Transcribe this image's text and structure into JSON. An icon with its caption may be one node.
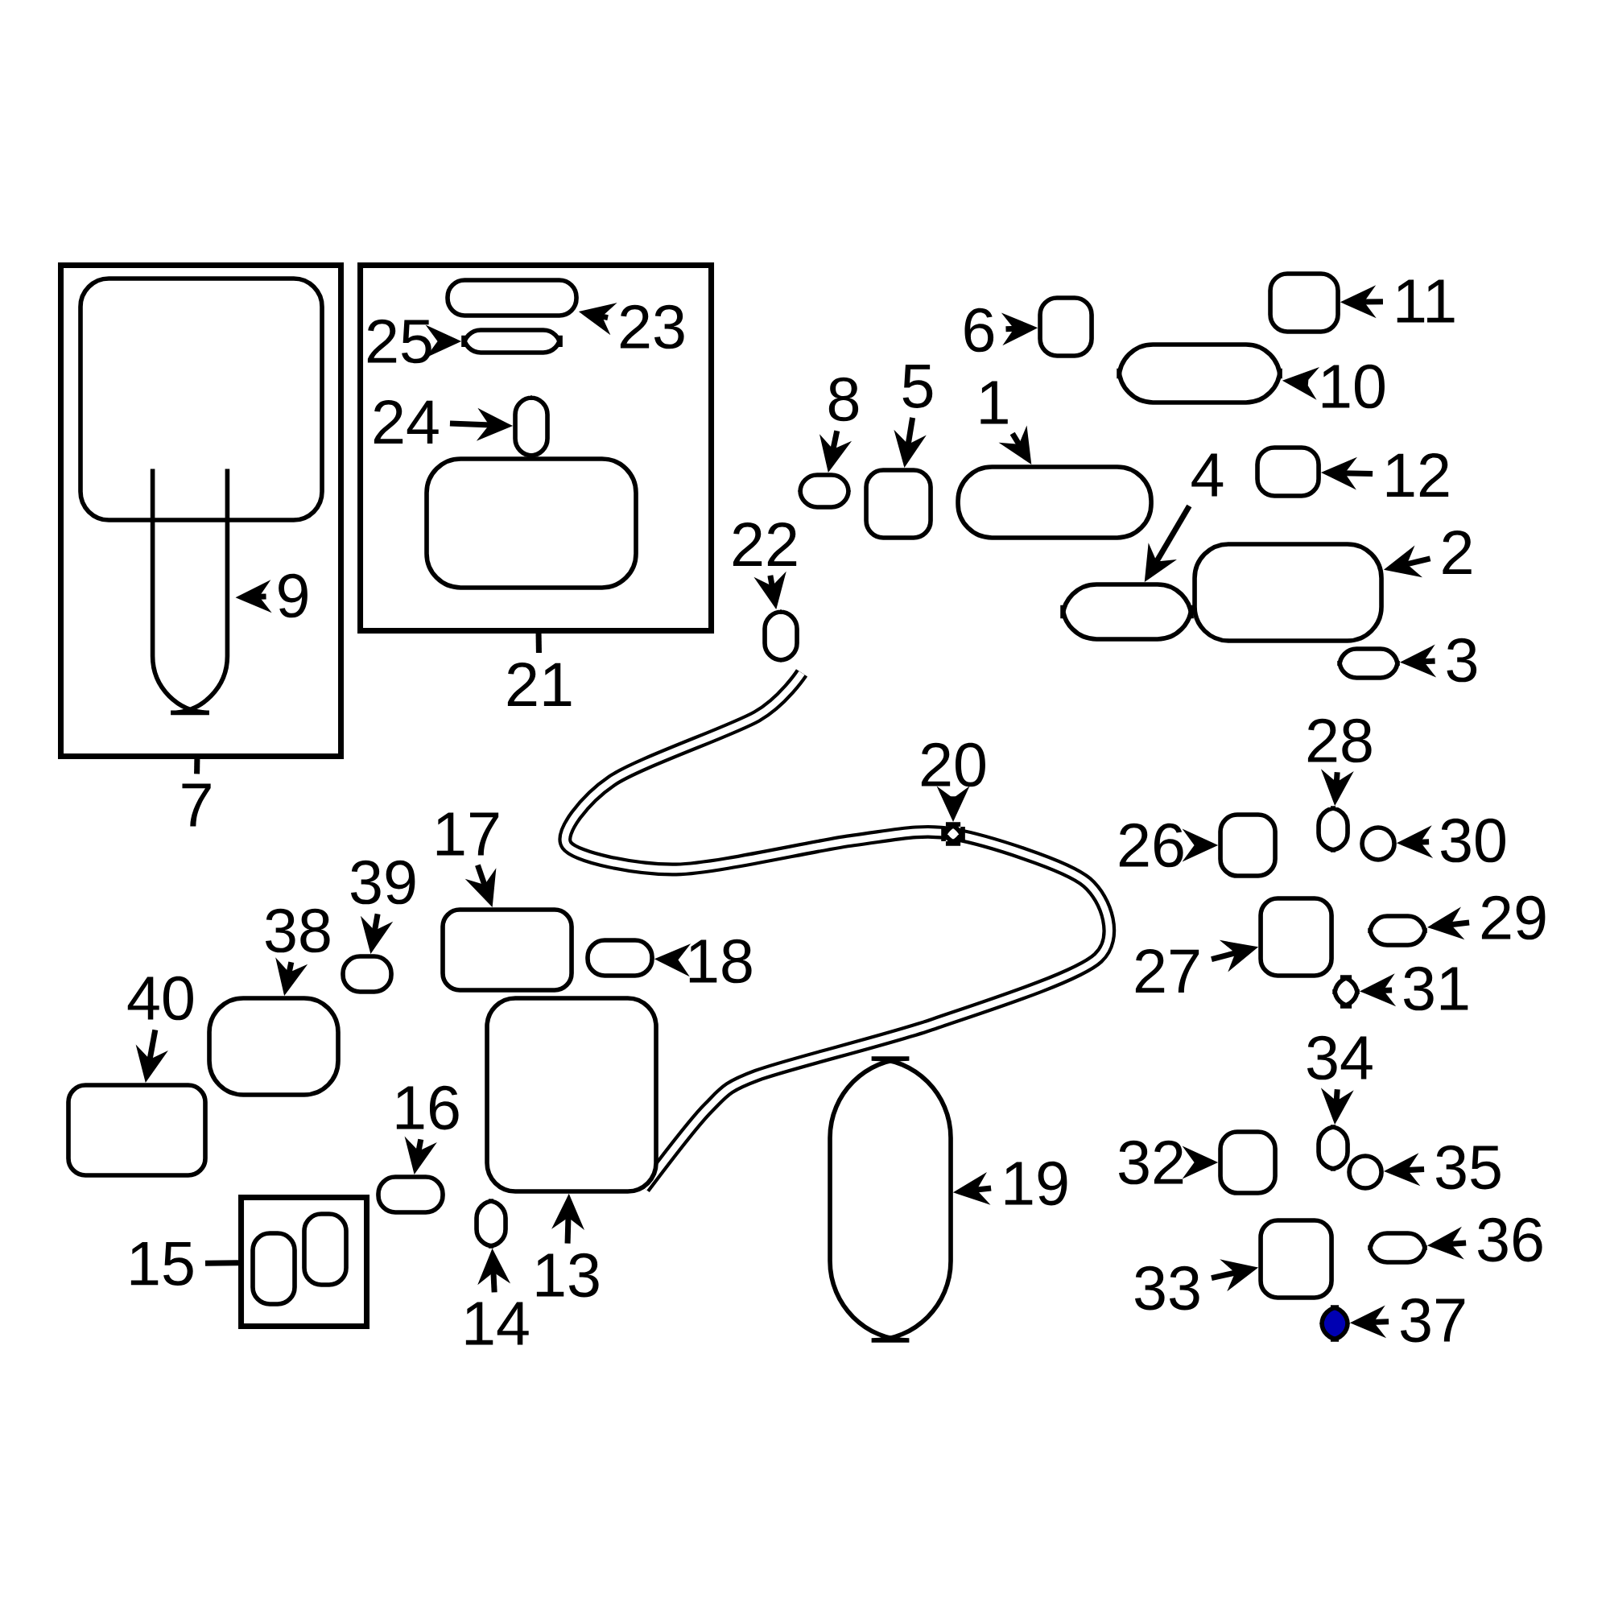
{
  "diagram": {
    "nodes": [
      {
        "text": [],
        "shape": "box"
      },
      {
        "text": [],
        "shape": "box",
        "in": 0
      },
      {
        "text": [],
        "shape": "picture",
        "in": 0
      },
      {
        "text": [
          "9"
        ],
        "in": 0
      },
      {
        "text": [
          "7"
        ]
      },
      {
        "text": [],
        "shape": "box"
      },
      {
        "text": [
          "25"
        ],
        "in": 5
      },
      {
        "text": [],
        "shape": "box",
        "in": 5
      },
      {
        "text": [],
        "shape": "box",
        "in": 5
      },
      {
        "text": [
          "23"
        ],
        "in": 5
      },
      {
        "text": [
          "24"
        ],
        "in": 5
      },
      {
        "text": [],
        "shape": "box",
        "in": 5
      },
      {
        "text": [],
        "shape": "box",
        "in": 5
      },
      {
        "text": [
          "21"
        ]
      },
      {
        "text": [
          "6"
        ]
      },
      {
        "text": [],
        "shape": "box"
      },
      {
        "text": [
          "11"
        ]
      },
      {
        "text": [],
        "shape": "box"
      },
      {
        "text": [],
        "shape": "box"
      },
      {
        "text": [
          "10"
        ]
      },
      {
        "text": [
          "8"
        ]
      },
      {
        "text": [],
        "shape": "box"
      },
      {
        "text": [
          "5"
        ]
      },
      {
        "text": [],
        "shape": "box"
      },
      {
        "text": [
          "1"
        ]
      },
      {
        "text": [],
        "shape": "box"
      },
      {
        "text": [
          "4"
        ]
      },
      {
        "text": [],
        "shape": "box"
      },
      {
        "text": [],
        "shape": "box"
      },
      {
        "text": [
          "12"
        ]
      },
      {
        "text": [],
        "shape": "box"
      },
      {
        "text": [
          "2"
        ]
      },
      {
        "text": [
          "22"
        ]
      },
      {
        "text": [],
        "shape": "box"
      },
      {
        "text": [],
        "shape": "box"
      },
      {
        "text": [
          "3"
        ]
      },
      {
        "text": [
          "20"
        ]
      },
      {
        "text": [],
        "shape": "box"
      },
      {
        "text": [
          "28"
        ]
      },
      {
        "text": [],
        "shape": "box"
      },
      {
        "text": [
          "26"
        ]
      },
      {
        "text": [],
        "shape": "box"
      },
      {
        "text": [],
        "shape": "circle"
      },
      {
        "text": [
          "30"
        ]
      },
      {
        "text": [
          "17"
        ]
      },
      {
        "text": [],
        "shape": "box"
      },
      {
        "text": [
          "39"
        ]
      },
      {
        "text": [],
        "shape": "box"
      },
      {
        "text": [
          "38"
        ]
      },
      {
        "text": [],
        "shape": "box"
      },
      {
        "text": [],
        "shape": "box"
      },
      {
        "text": [
          "18"
        ]
      },
      {
        "text": [],
        "shape": "box"
      },
      {
        "text": [
          "29"
        ]
      },
      {
        "text": [
          "27"
        ]
      },
      {
        "text": [],
        "shape": "box"
      },
      {
        "text": [],
        "shape": "box"
      },
      {
        "text": [
          "31"
        ]
      },
      {
        "text": [
          "40"
        ]
      },
      {
        "text": [],
        "shape": "box"
      },
      {
        "text": [],
        "shape": "box"
      },
      {
        "text": [
          "13"
        ]
      },
      {
        "text": [
          "16"
        ]
      },
      {
        "text": [],
        "shape": "box"
      },
      {
        "text": [],
        "shape": "box"
      },
      {
        "text": [
          "19"
        ]
      },
      {
        "text": [
          "34"
        ]
      },
      {
        "text": [],
        "shape": "box"
      },
      {
        "text": [
          "32"
        ]
      },
      {
        "text": [],
        "shape": "box"
      },
      {
        "text": [],
        "shape": "circle"
      },
      {
        "text": [
          "35"
        ]
      },
      {
        "text": [
          "15"
        ]
      },
      {
        "text": [],
        "shape": "box"
      },
      {
        "text": [],
        "shape": "box",
        "in": 73
      },
      {
        "text": [],
        "shape": "box",
        "in": 73
      },
      {
        "text": [],
        "shape": "box"
      },
      {
        "text": [
          "14"
        ]
      },
      {
        "text": [],
        "shape": "box"
      },
      {
        "text": [
          "36"
        ]
      },
      {
        "text": [
          "33"
        ]
      },
      {
        "text": [],
        "shape": "box"
      },
      {
        "text": [],
        "shape": "box"
      },
      {
        "text": [
          "37"
        ]
      }
    ],
    "edges": [
      {
        "from": 3,
        "to": 2,
        "arrow": "to"
      },
      {
        "from": 4,
        "to": 0,
        "arrow": "none"
      },
      {
        "from": 6,
        "to": 7,
        "arrow": "to"
      },
      {
        "from": 9,
        "to": 8,
        "arrow": "to"
      },
      {
        "from": 10,
        "to": 11,
        "arrow": "to"
      },
      {
        "from": 13,
        "to": 5,
        "arrow": "none"
      },
      {
        "from": 14,
        "to": 15,
        "arrow": "to"
      },
      {
        "from": 16,
        "to": 17,
        "arrow": "to"
      },
      {
        "from": 19,
        "to": 18,
        "arrow": "to"
      },
      {
        "from": 20,
        "to": 21,
        "arrow": "to"
      },
      {
        "from": 22,
        "to": 23,
        "arrow": "to"
      },
      {
        "from": 24,
        "to": 25,
        "arrow": "to"
      },
      {
        "from": 26,
        "to": 27,
        "arrow": "to"
      },
      {
        "from": 29,
        "to": 28,
        "arrow": "to"
      },
      {
        "from": 31,
        "to": 30,
        "arrow": "to"
      },
      {
        "from": 32,
        "to": 33,
        "arrow": "to"
      },
      {
        "from": 35,
        "to": 34,
        "arrow": "to"
      },
      {
        "from": 36,
        "to": 37,
        "arrow": "to"
      },
      {
        "from": 38,
        "to": 39,
        "arrow": "to"
      },
      {
        "from": 40,
        "to": 41,
        "arrow": "to"
      },
      {
        "from": 43,
        "to": 42,
        "arrow": "to"
      },
      {
        "from": 44,
        "to": 45,
        "arrow": "to"
      },
      {
        "from": 46,
        "to": 47,
        "arrow": "to"
      },
      {
        "from": 48,
        "to": 49,
        "arrow": "to"
      },
      {
        "from": 51,
        "to": 50,
        "arrow": "to"
      },
      {
        "from": 53,
        "to": 52,
        "arrow": "to"
      },
      {
        "from": 54,
        "to": 55,
        "arrow": "to"
      },
      {
        "from": 57,
        "to": 56,
        "arrow": "to"
      },
      {
        "from": 58,
        "to": 59,
        "arrow": "to"
      },
      {
        "from": 61,
        "to": 60,
        "arrow": "to"
      },
      {
        "from": 62,
        "to": 63,
        "arrow": "to"
      },
      {
        "from": 65,
        "to": 64,
        "arrow": "to"
      },
      {
        "from": 66,
        "to": 67,
        "arrow": "to"
      },
      {
        "from": 68,
        "to": 69,
        "arrow": "to"
      },
      {
        "from": 71,
        "to": 70,
        "arrow": "to"
      },
      {
        "from": 72,
        "to": 73,
        "arrow": "none"
      },
      {
        "from": 77,
        "to": 76,
        "arrow": "to"
      },
      {
        "from": 79,
        "to": 78,
        "arrow": "to"
      },
      {
        "from": 80,
        "to": 81,
        "arrow": "to"
      },
      {
        "from": 83,
        "to": 82,
        "arrow": "to"
      }
    ]
  }
}
